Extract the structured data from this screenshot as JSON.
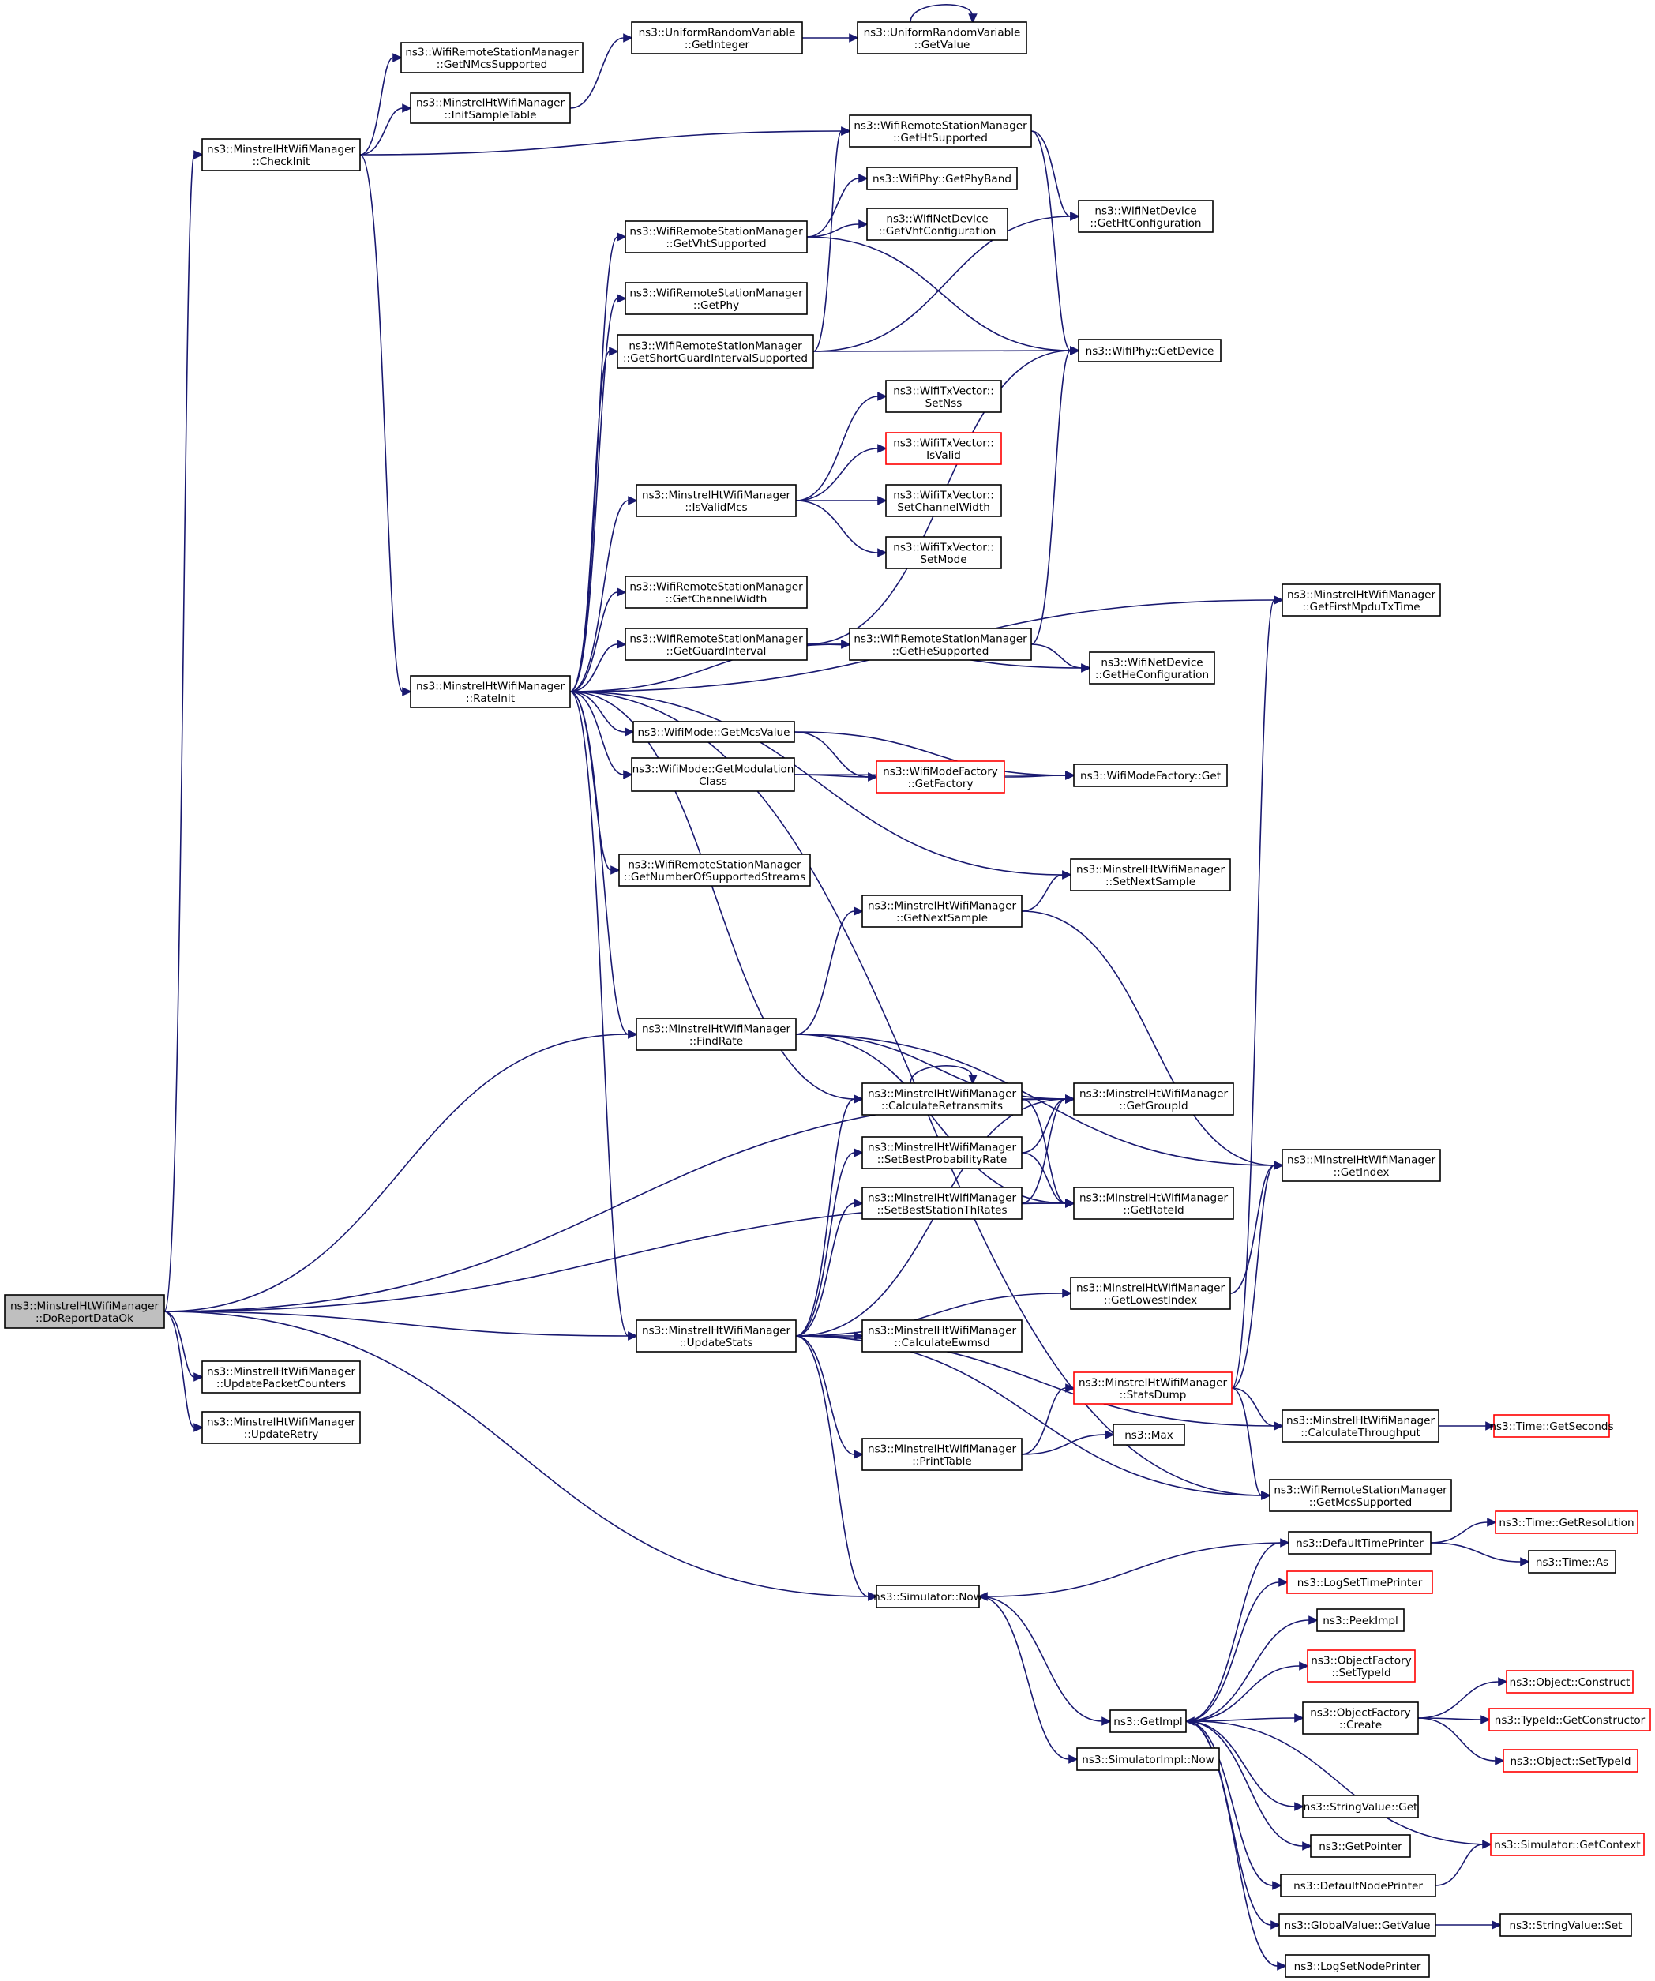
{
  "diagram": {
    "nodes": [
      {
        "id": "root",
        "lines": [
          "ns3::MinstrelHtWifiManager",
          "::DoReportDataOk"
        ],
        "style": "root"
      },
      {
        "id": "checkInit",
        "lines": [
          "ns3::MinstrelHtWifiManager",
          "::CheckInit"
        ]
      },
      {
        "id": "getNMcs",
        "lines": [
          "ns3::WifiRemoteStationManager",
          "::GetNMcsSupported"
        ]
      },
      {
        "id": "initSample",
        "lines": [
          "ns3::MinstrelHtWifiManager",
          "::InitSampleTable"
        ]
      },
      {
        "id": "uGetInteger",
        "lines": [
          "ns3::UniformRandomVariable",
          "::GetInteger"
        ]
      },
      {
        "id": "uGetValue",
        "lines": [
          "ns3::UniformRandomVariable",
          "::GetValue"
        ]
      },
      {
        "id": "getHtSupported",
        "lines": [
          "ns3::WifiRemoteStationManager",
          "::GetHtSupported"
        ]
      },
      {
        "id": "getPhyBand",
        "lines": [
          "ns3::WifiPhy::GetPhyBand"
        ]
      },
      {
        "id": "getHtConfig",
        "lines": [
          "ns3::WifiNetDevice",
          "::GetHtConfiguration"
        ]
      },
      {
        "id": "getVhtSupported",
        "lines": [
          "ns3::WifiRemoteStationManager",
          "::GetVhtSupported"
        ]
      },
      {
        "id": "getVhtConfig",
        "lines": [
          "ns3::WifiNetDevice",
          "::GetVhtConfiguration"
        ]
      },
      {
        "id": "getPhy",
        "lines": [
          "ns3::WifiRemoteStationManager",
          "::GetPhy"
        ]
      },
      {
        "id": "getSgi",
        "lines": [
          "ns3::WifiRemoteStationManager",
          "::GetShortGuardIntervalSupported"
        ]
      },
      {
        "id": "getDevice",
        "lines": [
          "ns3::WifiPhy::GetDevice"
        ]
      },
      {
        "id": "setNss",
        "lines": [
          "ns3::WifiTxVector::",
          "SetNss"
        ]
      },
      {
        "id": "isValid",
        "lines": [
          "ns3::WifiTxVector::",
          "IsValid"
        ],
        "style": "trunc"
      },
      {
        "id": "isValidMcs",
        "lines": [
          "ns3::MinstrelHtWifiManager",
          "::IsValidMcs"
        ]
      },
      {
        "id": "setChannelWidth",
        "lines": [
          "ns3::WifiTxVector::",
          "SetChannelWidth"
        ]
      },
      {
        "id": "setMode",
        "lines": [
          "ns3::WifiTxVector::",
          "SetMode"
        ]
      },
      {
        "id": "getChannelWidth",
        "lines": [
          "ns3::WifiRemoteStationManager",
          "::GetChannelWidth"
        ]
      },
      {
        "id": "getFirstMpdu",
        "lines": [
          "ns3::MinstrelHtWifiManager",
          "::GetFirstMpduTxTime"
        ]
      },
      {
        "id": "getGuardInterval",
        "lines": [
          "ns3::WifiRemoteStationManager",
          "::GetGuardInterval"
        ]
      },
      {
        "id": "getHeSupported",
        "lines": [
          "ns3::WifiRemoteStationManager",
          "::GetHeSupported"
        ]
      },
      {
        "id": "getHeConfig",
        "lines": [
          "ns3::WifiNetDevice",
          "::GetHeConfiguration"
        ]
      },
      {
        "id": "rateInit",
        "lines": [
          "ns3::MinstrelHtWifiManager",
          "::RateInit"
        ]
      },
      {
        "id": "getMcsValue",
        "lines": [
          "ns3::WifiMode::GetMcsValue"
        ]
      },
      {
        "id": "getModClass",
        "lines": [
          "ns3::WifiMode::GetModulation",
          "Class"
        ]
      },
      {
        "id": "getFactory",
        "lines": [
          "ns3::WifiModeFactory",
          "::GetFactory"
        ],
        "style": "trunc"
      },
      {
        "id": "wmfGet",
        "lines": [
          "ns3::WifiModeFactory::Get"
        ]
      },
      {
        "id": "getNumStreams",
        "lines": [
          "ns3::WifiRemoteStationManager",
          "::GetNumberOfSupportedStreams"
        ]
      },
      {
        "id": "setNextSample",
        "lines": [
          "ns3::MinstrelHtWifiManager",
          "::SetNextSample"
        ]
      },
      {
        "id": "getNextSample",
        "lines": [
          "ns3::MinstrelHtWifiManager",
          "::GetNextSample"
        ]
      },
      {
        "id": "findRate",
        "lines": [
          "ns3::MinstrelHtWifiManager",
          "::FindRate"
        ]
      },
      {
        "id": "calcRetransmits",
        "lines": [
          "ns3::MinstrelHtWifiManager",
          "::CalculateRetransmits"
        ]
      },
      {
        "id": "getGroupId",
        "lines": [
          "ns3::MinstrelHtWifiManager",
          "::GetGroupId"
        ]
      },
      {
        "id": "getIndex",
        "lines": [
          "ns3::MinstrelHtWifiManager",
          "::GetIndex"
        ]
      },
      {
        "id": "setBestProb",
        "lines": [
          "ns3::MinstrelHtWifiManager",
          "::SetBestProbabilityRate"
        ]
      },
      {
        "id": "setBestTh",
        "lines": [
          "ns3::MinstrelHtWifiManager",
          "::SetBestStationThRates"
        ]
      },
      {
        "id": "getRateId",
        "lines": [
          "ns3::MinstrelHtWifiManager",
          "::GetRateId"
        ]
      },
      {
        "id": "getLowestIndex",
        "lines": [
          "ns3::MinstrelHtWifiManager",
          "::GetLowestIndex"
        ]
      },
      {
        "id": "updateStats",
        "lines": [
          "ns3::MinstrelHtWifiManager",
          "::UpdateStats"
        ]
      },
      {
        "id": "calcEwmsd",
        "lines": [
          "ns3::MinstrelHtWifiManager",
          "::CalculateEwmsd"
        ]
      },
      {
        "id": "updatePacket",
        "lines": [
          "ns3::MinstrelHtWifiManager",
          "::UpdatePacketCounters"
        ]
      },
      {
        "id": "updateRetry",
        "lines": [
          "ns3::MinstrelHtWifiManager",
          "::UpdateRetry"
        ]
      },
      {
        "id": "statsDump",
        "lines": [
          "ns3::MinstrelHtWifiManager",
          "::StatsDump"
        ],
        "style": "trunc"
      },
      {
        "id": "printTable",
        "lines": [
          "ns3::MinstrelHtWifiManager",
          "::PrintTable"
        ]
      },
      {
        "id": "max",
        "lines": [
          "ns3::Max"
        ]
      },
      {
        "id": "calcThroughput",
        "lines": [
          "ns3::MinstrelHtWifiManager",
          "::CalculateThroughput"
        ]
      },
      {
        "id": "timeGetSeconds",
        "lines": [
          "ns3::Time::GetSeconds"
        ],
        "style": "trunc"
      },
      {
        "id": "getMcsSupported",
        "lines": [
          "ns3::WifiRemoteStationManager",
          "::GetMcsSupported"
        ]
      },
      {
        "id": "timeGetRes",
        "lines": [
          "ns3::Time::GetResolution"
        ],
        "style": "trunc"
      },
      {
        "id": "defaultTimePrinter",
        "lines": [
          "ns3::DefaultTimePrinter"
        ]
      },
      {
        "id": "timeAs",
        "lines": [
          "ns3::Time::As"
        ]
      },
      {
        "id": "simNow",
        "lines": [
          "ns3::Simulator::Now"
        ]
      },
      {
        "id": "logSetTimePrinter",
        "lines": [
          "ns3::LogSetTimePrinter"
        ],
        "style": "trunc"
      },
      {
        "id": "peekImpl",
        "lines": [
          "ns3::PeekImpl"
        ]
      },
      {
        "id": "ofSetTypeId",
        "lines": [
          "ns3::ObjectFactory",
          "::SetTypeId"
        ],
        "style": "trunc"
      },
      {
        "id": "objConstruct",
        "lines": [
          "ns3::Object::Construct"
        ],
        "style": "trunc"
      },
      {
        "id": "getImpl",
        "lines": [
          "ns3::GetImpl"
        ]
      },
      {
        "id": "ofCreate",
        "lines": [
          "ns3::ObjectFactory",
          "::Create"
        ]
      },
      {
        "id": "getConstructor",
        "lines": [
          "ns3::TypeId::GetConstructor"
        ],
        "style": "trunc"
      },
      {
        "id": "simImplNow",
        "lines": [
          "ns3::SimulatorImpl::Now"
        ]
      },
      {
        "id": "objSetTypeId",
        "lines": [
          "ns3::Object::SetTypeId"
        ],
        "style": "trunc"
      },
      {
        "id": "svGet",
        "lines": [
          "ns3::StringValue::Get"
        ]
      },
      {
        "id": "getPointer",
        "lines": [
          "ns3::GetPointer"
        ]
      },
      {
        "id": "simGetContext",
        "lines": [
          "ns3::Simulator::GetContext"
        ],
        "style": "trunc"
      },
      {
        "id": "defaultNodePrinter",
        "lines": [
          "ns3::DefaultNodePrinter"
        ]
      },
      {
        "id": "gvGetValue",
        "lines": [
          "ns3::GlobalValue::GetValue"
        ]
      },
      {
        "id": "svSet",
        "lines": [
          "ns3::StringValue::Set"
        ]
      },
      {
        "id": "logSetNodePrinter",
        "lines": [
          "ns3::LogSetNodePrinter"
        ]
      }
    ]
  }
}
